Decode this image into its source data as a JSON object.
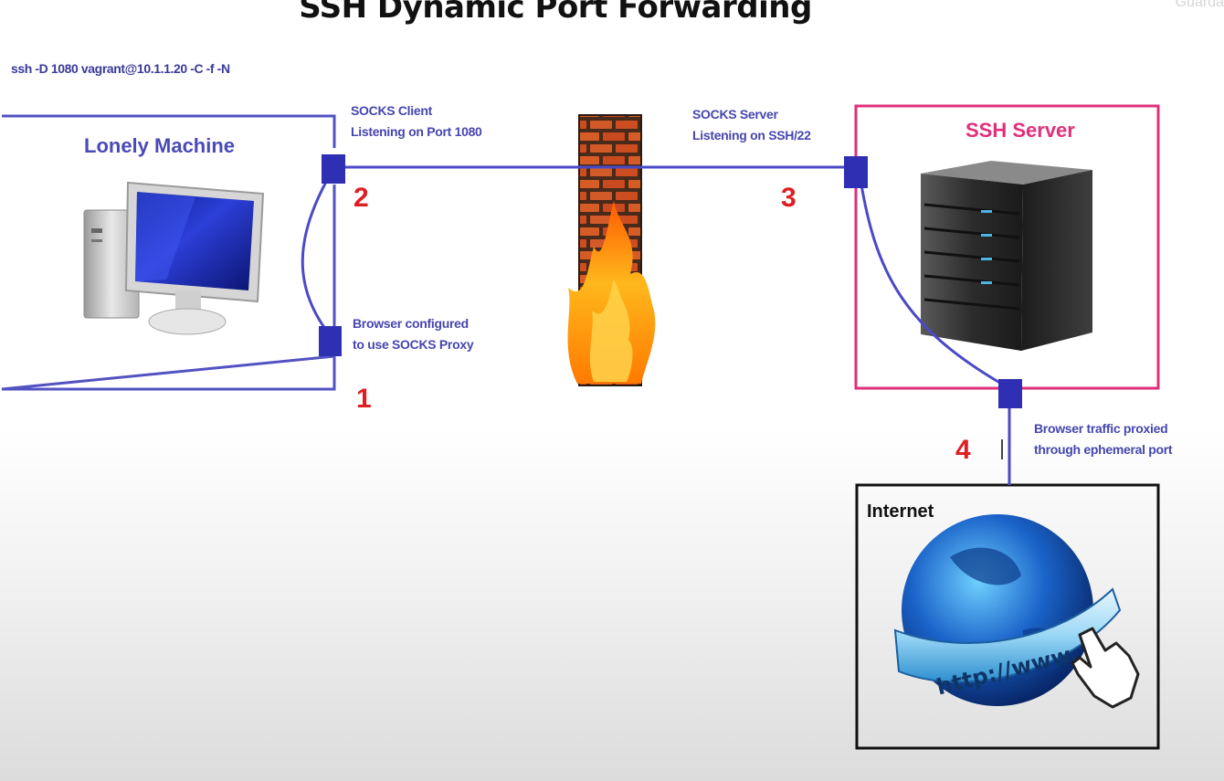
{
  "title": "SSH Dynamic Port Forwarding",
  "watermark": "Guarda",
  "command": "ssh -D 1080 vagrant@10.1.1.20 -C -f -N",
  "lonely_machine": {
    "title": "Lonely Machine"
  },
  "ssh_server": {
    "title": "SSH Server"
  },
  "internet": {
    "title": "Internet"
  },
  "globe_text": "http://www.",
  "labels": {
    "socks_client_1": "SOCKS Client",
    "socks_client_2": "Listening on Port 1080",
    "socks_server_1": "SOCKS Server",
    "socks_server_2": "Listening on SSH/22",
    "browser_1": "Browser configured",
    "browser_2": "to use SOCKS Proxy",
    "traffic_1": "Browser traffic proxied",
    "traffic_2": "through ephemeral port"
  },
  "steps": [
    "1",
    "2",
    "3",
    "4"
  ],
  "colors": {
    "line": "#4a4ac8",
    "node": "#2f2fb4",
    "lonely_border": "#5252c2",
    "ssh_border": "#e0307a",
    "internet_border": "#111111",
    "step": "#dd1f24"
  }
}
